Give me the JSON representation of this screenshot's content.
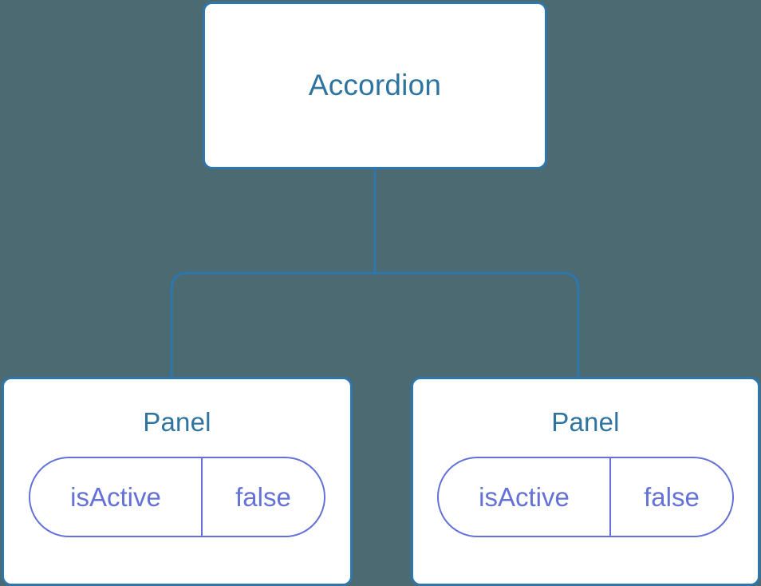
{
  "diagram": {
    "type": "component-tree",
    "background_color": "#4c6a72",
    "node_border_color": "#2e76ab",
    "node_title_color": "#2e74a0",
    "pill_color": "#6472d8",
    "connector_color": "#2e76ab",
    "root": {
      "title": "Accordion"
    },
    "children": [
      {
        "title": "Panel",
        "state": {
          "key": "isActive",
          "value": "false"
        }
      },
      {
        "title": "Panel",
        "state": {
          "key": "isActive",
          "value": "false"
        }
      }
    ]
  }
}
